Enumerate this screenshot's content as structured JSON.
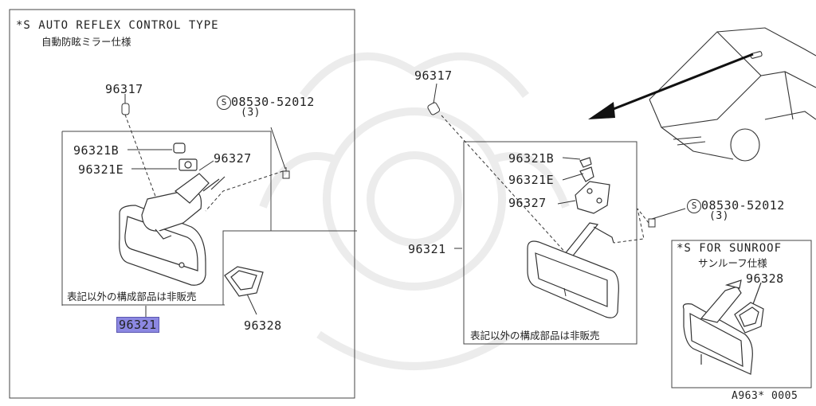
{
  "left_panel": {
    "title": "*S AUTO REFLEX CONTROL TYPE",
    "subtitle": "自動防眩ミラー仕様",
    "labels": {
      "bulb": "96317",
      "screw_code": "08530-52012",
      "screw_qty": "(3)",
      "cover_b": "96321B",
      "cover_e": "96321E",
      "bracket": "96327",
      "note": "表記以外の構成部品は非販売",
      "mirror_highlighted": "96321",
      "clip": "96328"
    }
  },
  "right_panel": {
    "labels": {
      "bulb": "96317",
      "cover_b": "96321B",
      "cover_e": "96321E",
      "bracket": "96327",
      "screw_code": "08530-52012",
      "screw_qty": "(3)",
      "mirror": "96321",
      "note": "表記以外の構成部品は非販売"
    },
    "inset": {
      "title": "*S FOR SUNROOF",
      "subtitle": "サンルーフ仕様",
      "clip": "96328"
    }
  },
  "figure_code": "A963* 0005",
  "colors": {
    "line": "#333333",
    "highlight": "#8c88e2",
    "watermark": "#ececec"
  }
}
